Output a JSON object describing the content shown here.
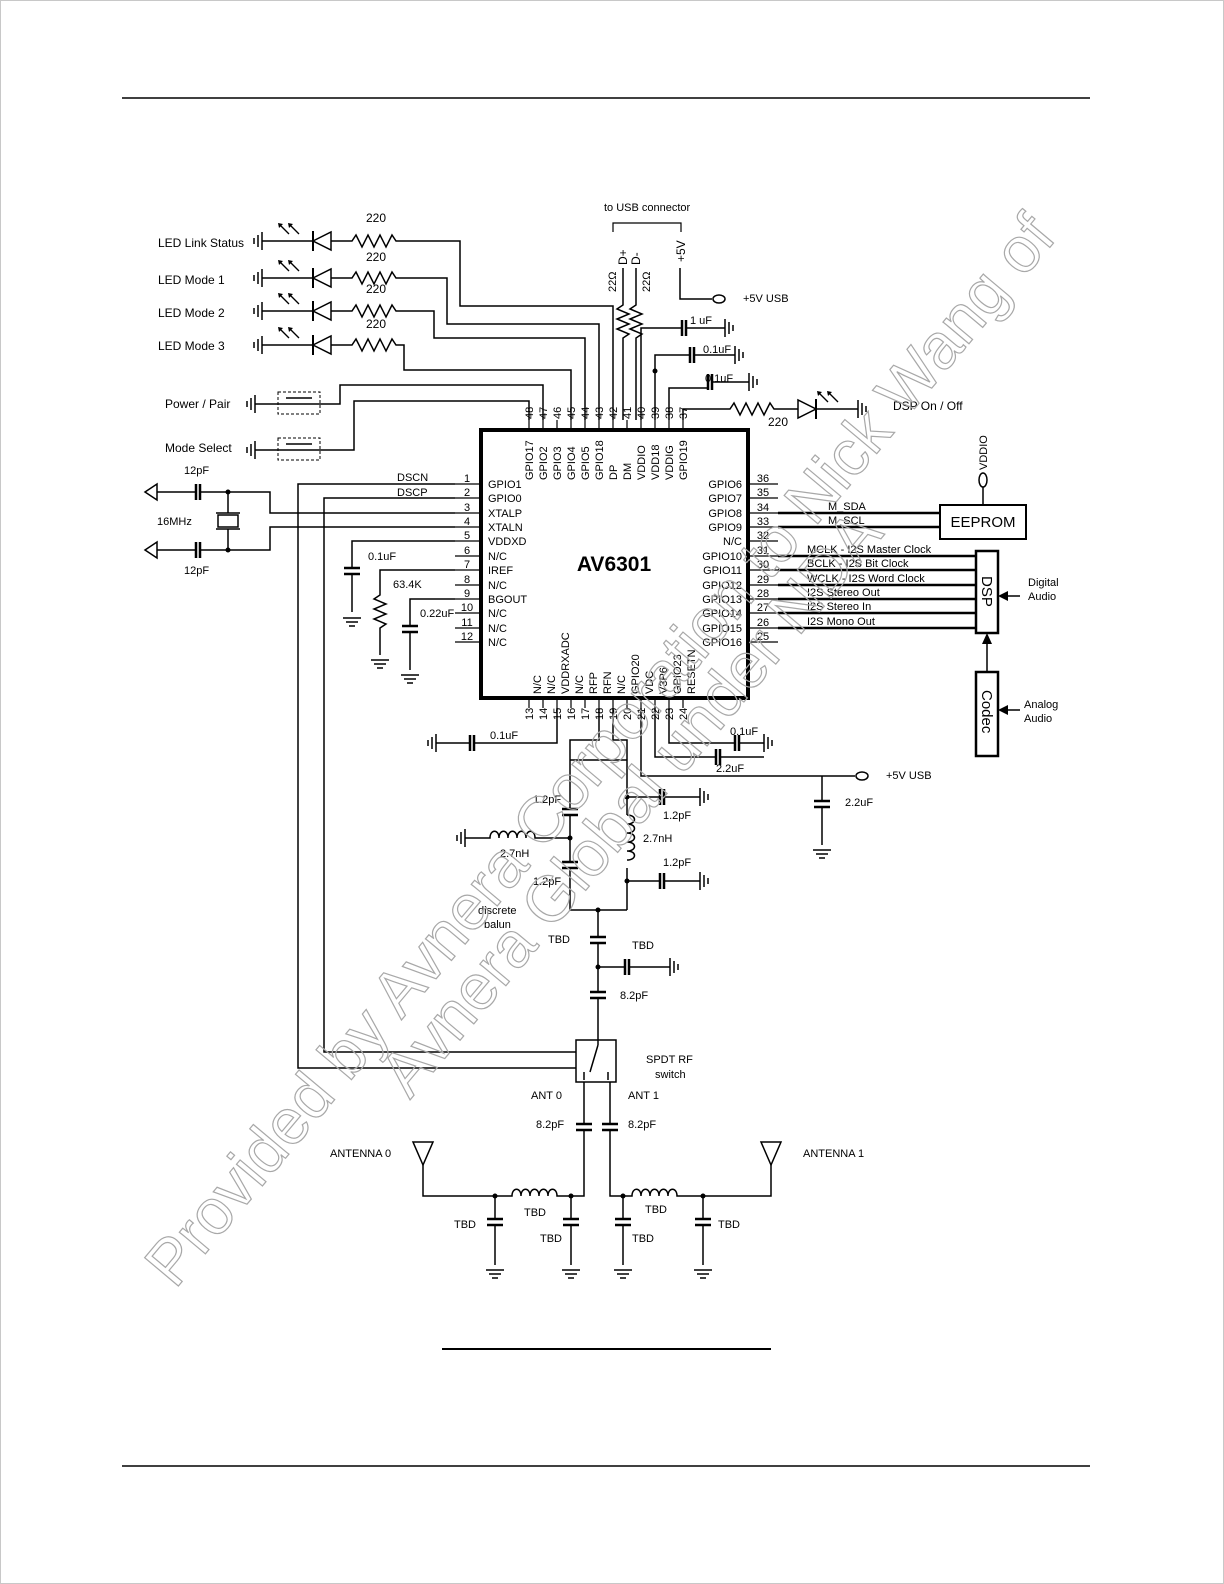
{
  "chip": {
    "name": "AV6301",
    "top_pin_numbers": [
      "48",
      "47",
      "46",
      "45",
      "44",
      "43",
      "42",
      "41",
      "40",
      "39",
      "38",
      "37"
    ],
    "top_pin_names": [
      "GPIO17",
      "GPIO2",
      "GPIO3",
      "GPIO4",
      "GPIO5",
      "GPIO18",
      "DP",
      "DM",
      "VDDIO",
      "VDD18",
      "VDDIG",
      "GPIO19"
    ],
    "left_pin_numbers": [
      "1",
      "2",
      "3",
      "4",
      "5",
      "6",
      "7",
      "8",
      "9",
      "10",
      "11",
      "12"
    ],
    "left_pin_names": [
      "GPIO1",
      "GPIO0",
      "XTALP",
      "XTALN",
      "VDDXD",
      "N/C",
      "IREF",
      "N/C",
      "BGOUT",
      "N/C",
      "N/C",
      "N/C"
    ],
    "right_pin_numbers": [
      "36",
      "35",
      "34",
      "33",
      "32",
      "31",
      "30",
      "29",
      "28",
      "27",
      "26",
      "25"
    ],
    "right_pin_names": [
      "GPIO6",
      "GPIO7",
      "GPIO8",
      "GPIO9",
      "N/C",
      "GPIO10",
      "GPIO11",
      "GPIO12",
      "GPIO13",
      "GPIO14",
      "GPIO15",
      "GPIO16"
    ],
    "bottom_pin_numbers": [
      "13",
      "14",
      "15",
      "16",
      "17",
      "18",
      "19",
      "20",
      "21",
      "22",
      "23",
      "24"
    ],
    "bottom_pin_names": [
      "N/C",
      "N/C",
      "VDDRXADC",
      "N/C",
      "RFP",
      "RFN",
      "N/C",
      "GPIO20",
      "VDC",
      "V3P6",
      "GPIO23",
      "RESETN"
    ]
  },
  "leds": {
    "labels": [
      "LED Link Status",
      "LED Mode 1",
      "LED Mode 2",
      "LED Mode 3"
    ],
    "resistor_values": [
      "220",
      "220",
      "220",
      "220"
    ]
  },
  "buttons": {
    "power_pair": "Power / Pair",
    "mode_select": "Mode Select"
  },
  "usb": {
    "connector": "to USB connector",
    "dplus": "D+",
    "dminus": "D-",
    "plus5v": "+5V",
    "r1": "22Ω",
    "r2": "22Ω",
    "supply_top": "+5V USB",
    "supply_bottom": "+5V USB"
  },
  "caps_top": [
    "1 uF",
    "0.1uF",
    "0.1uF"
  ],
  "dsp_led": {
    "label": "DSP On / Off",
    "resistor": "220"
  },
  "xtal": {
    "freq": "16MHz",
    "c1": "12pF",
    "c2": "12pF",
    "dscn": "DSCN",
    "dscp": "DSCP"
  },
  "left_analog": {
    "c_vddxd": "0.1uF",
    "r_iref": "63.4K",
    "c_bgout": "0.22uF"
  },
  "eeprom": {
    "label": "EEPROM",
    "sda": "M_SDA",
    "scl": "M_SCL",
    "vddio": "VDDIO"
  },
  "dsp": {
    "label": "DSP",
    "signals": [
      "MCLK - I2S Master Clock",
      "BCLK - I2S  Bit Clock",
      "WCLK - I2S  Word Clock",
      "I2S  Stereo Out",
      "I2S Stereo In",
      "I2S Mono Out"
    ],
    "digital_audio": [
      "Digital",
      "Audio"
    ]
  },
  "codec": {
    "label": "Codec",
    "analog_audio": [
      "Analog",
      "Audio"
    ]
  },
  "bottom_caps": {
    "c_rxadc": "0.1uF",
    "c_v3p6": "0.1uF",
    "c_vdc": "2.2uF",
    "c_supply": "2.2uF"
  },
  "balun": {
    "c_top_left": "1.2pF",
    "c_top_right": "1.2pF",
    "c_mid_right": "1.2pF",
    "c_bot_left": "1.2pF",
    "l_left": "2.7nH",
    "l_right": "2.7nH",
    "caption": [
      "discrete",
      "balun"
    ]
  },
  "rf_chain": {
    "c_series1": "TBD",
    "c_shunt": "TBD",
    "c_series2": "8.2pF"
  },
  "rf_switch": {
    "label": [
      "SPDT RF",
      "switch"
    ],
    "ant0": "ANT 0",
    "ant1": "ANT 1",
    "c_ant0": "8.2pF",
    "c_ant1": "8.2pF"
  },
  "antennas": {
    "antenna0": "ANTENNA 0",
    "antenna1": "ANTENNA 1",
    "tbd_labels": [
      "TBD",
      "TBD",
      "TBD",
      "TBD",
      "TBD",
      "TBD"
    ]
  },
  "watermark": {
    "line1": "Provided by Avnera Corporation to Nick Wang of",
    "line2": "Avnera Global under NDA"
  }
}
